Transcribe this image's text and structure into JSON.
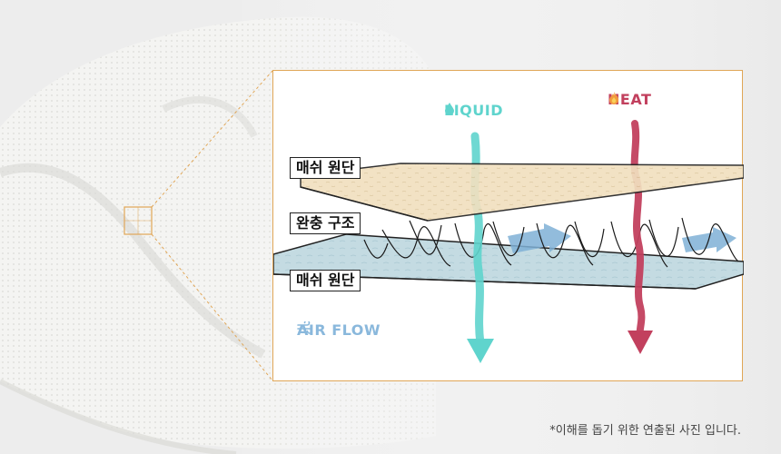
{
  "labels": {
    "top_layer": "매쉬 원단",
    "middle_layer": "완충 구조",
    "bottom_layer": "매쉬 원단"
  },
  "flows": {
    "liquid": {
      "text": "LIQUID",
      "color": "#5fd4cd",
      "icon": "water-drop-icon"
    },
    "heat": {
      "text": "HEAT",
      "color": "#c2405e",
      "icon": "flame-icon"
    },
    "air": {
      "text": "AIR FLOW",
      "color": "#8ab8dc",
      "icon": "wind-icon"
    }
  },
  "footnote": "*이해를 돕기 위한 연출된 사진 입니다.",
  "colors": {
    "accent_line": "#e0a657",
    "top_mesh": "#f1e0c0",
    "bottom_mesh": "#c4dbe2"
  }
}
